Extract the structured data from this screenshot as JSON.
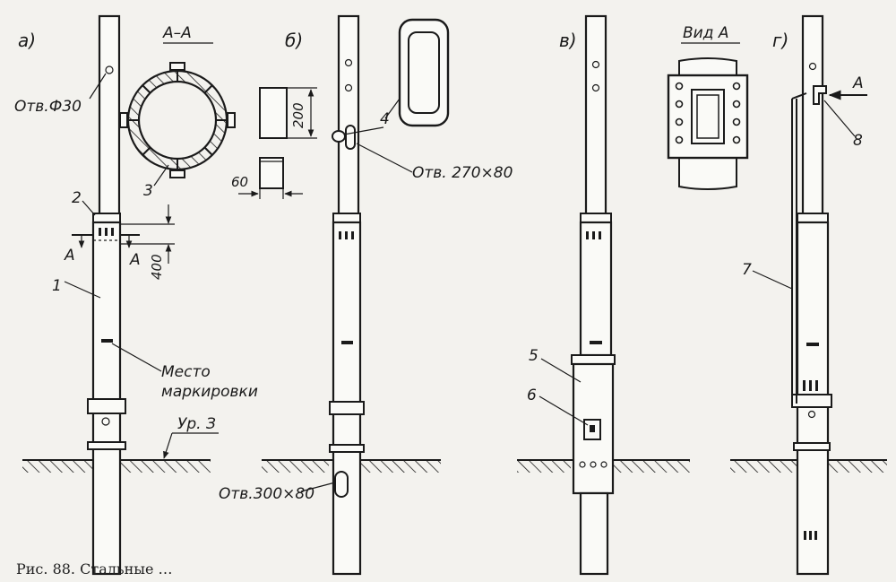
{
  "figures": {
    "a": {
      "title": "а)",
      "labels": {
        "hole": "Отв.Ф30",
        "part_1": "1",
        "part_2": "2",
        "part_3": "3",
        "section_mark_left": "А",
        "section_mark_right": "А",
        "dim_400": "400",
        "marking_line1": "Место",
        "marking_line2": "маркировки",
        "ground_level": "Ур. З"
      },
      "section": {
        "title": "А–А",
        "dim_200": "200",
        "dim_60": "60"
      }
    },
    "b": {
      "title": "б)",
      "labels": {
        "part_4": "4",
        "hole_top": "Отв. 270×80",
        "hole_bottom": "Отв.300×80"
      }
    },
    "v": {
      "title": "в)",
      "view_title": "Вид А",
      "labels": {
        "part_5": "5",
        "part_6": "6"
      }
    },
    "g": {
      "title": "г)",
      "labels": {
        "part_7": "7",
        "part_8": "8",
        "arrow_a": "А"
      }
    }
  },
  "caption": {
    "text": "Рис. 88. Стальные …"
  }
}
